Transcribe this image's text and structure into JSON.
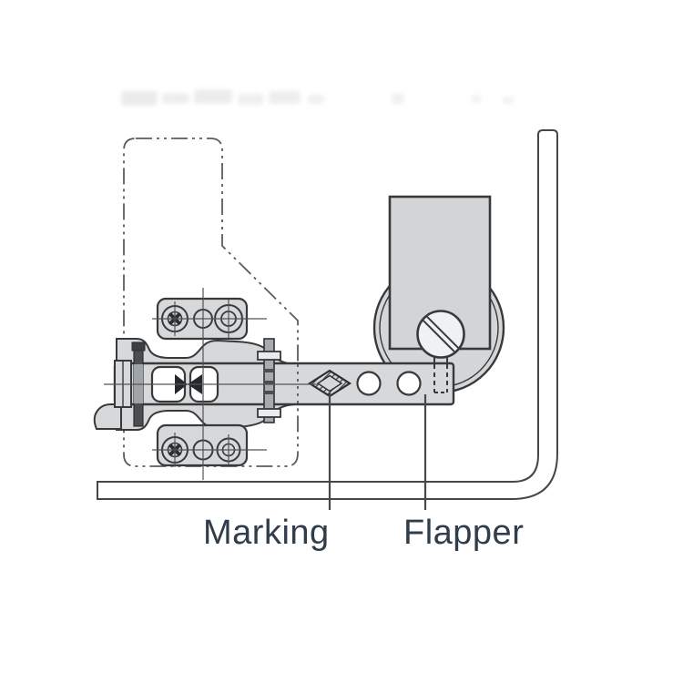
{
  "diagram": {
    "type": "technical-illustration",
    "subject": "concealed cabinet hinge mounted to panel with flapper catch",
    "labels": {
      "marking": "Marking",
      "flapper": "Flapper"
    },
    "colors": {
      "line": "#37393b",
      "centerline": "#505456",
      "phantom_line": "#595c5e",
      "metal_fill": "#d6d8da",
      "flapper_fill": "#d2d4d6",
      "screw_head_fill": "#eff1f2",
      "dark_screw_fill": "#4b4e50",
      "label_text": "#303e4c",
      "background": "#ffffff"
    },
    "parts": {
      "door_outline": "door-panel-phantom-outline",
      "cabinet_panel": "cabinet-side-and-bottom-panel",
      "mounting_plate": "hinge-mounting-plate",
      "hinge_cup": "hinge-cup",
      "hinge_arm": "hinge-arm",
      "marking": "diamond-marking-on-arm",
      "flapper": "flapper-catch-with-slotted-screw"
    }
  }
}
